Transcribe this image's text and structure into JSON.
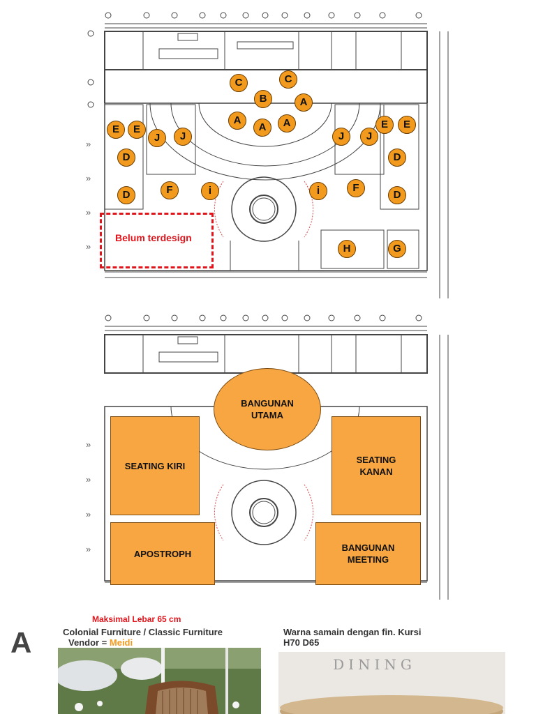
{
  "top_plan": {
    "markers": [
      {
        "label": "C"
      },
      {
        "label": "C"
      },
      {
        "label": "B"
      },
      {
        "label": "A"
      },
      {
        "label": "A"
      },
      {
        "label": "A"
      },
      {
        "label": "A"
      },
      {
        "label": "E"
      },
      {
        "label": "E"
      },
      {
        "label": "J"
      },
      {
        "label": "J"
      },
      {
        "label": "D"
      },
      {
        "label": "D"
      },
      {
        "label": "F"
      },
      {
        "label": "i"
      },
      {
        "label": "i"
      },
      {
        "label": "F"
      },
      {
        "label": "J"
      },
      {
        "label": "J"
      },
      {
        "label": "E"
      },
      {
        "label": "E"
      },
      {
        "label": "D"
      },
      {
        "label": "D"
      },
      {
        "label": "H"
      },
      {
        "label": "G"
      }
    ],
    "unfinished_label": "Belum terdesign"
  },
  "bottom_plan": {
    "zones": {
      "main": "BANGUNAN\nUTAMA",
      "left": "SEATING KIRI",
      "right": "SEATING\nKANAN",
      "apostroph": "APOSTROPH",
      "meeting": "BANGUNAN\nMEETING"
    }
  },
  "item_a": {
    "letter": "A",
    "max_width_note": "Maksimal Lebar 65 cm",
    "title": "Colonial Furniture / Classic Furniture",
    "vendor_prefix": "Vendor = ",
    "vendor_name": "Meidi",
    "vendor_color": "#f29a1e",
    "color_note": "Warna samain dengan fin. Kursi",
    "dimensions": "H70 D65",
    "photo_text": "DINING"
  }
}
